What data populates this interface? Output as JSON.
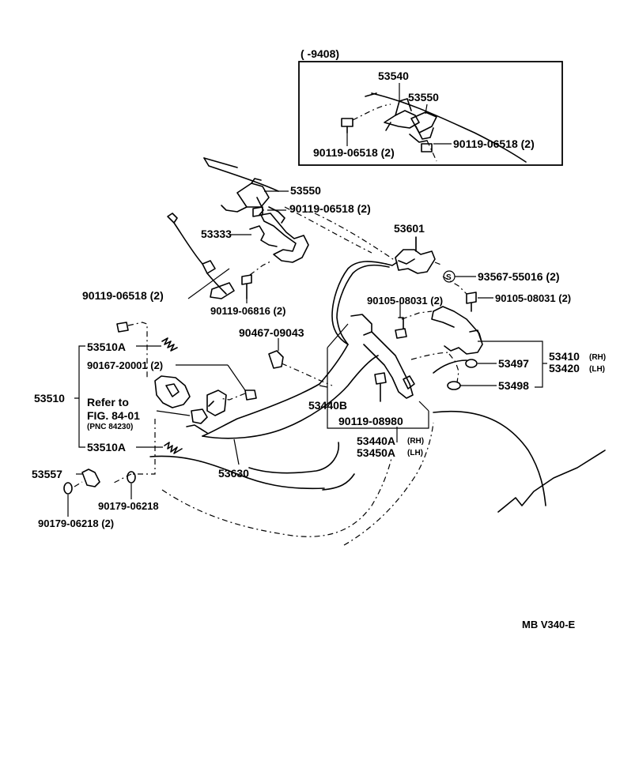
{
  "inset": {
    "date_range": "(        -9408)",
    "labels": {
      "p53540": "53540",
      "p53550": "53550",
      "bolt_left": "90119-06518 (2)",
      "bolt_right": "90119-06518 (2)"
    }
  },
  "labels": {
    "p53550": "53550",
    "p90119_06518_top": "90119-06518 (2)",
    "p53601": "53601",
    "p53333": "53333",
    "p93567": "93567-55016 (2)",
    "p90119_06518_left": "90119-06518 (2)",
    "p90119_06816": "90119-06816 (2)",
    "p90105_a": "90105-08031 (2)",
    "p90105_b": "90105-08031 (2)",
    "p90467": "90467-09043",
    "p53510a_top": "53510A",
    "p90167": "90167-20001 (2)",
    "p53510": "53510",
    "refer_to": "Refer to",
    "fig_ref": "FIG. 84-01",
    "pnc_ref": "(PNC 84230)",
    "p53510a_bottom": "53510A",
    "p53440b": "53440B",
    "p90119_08980": "90119-08980",
    "p53440a": "53440A",
    "p53440a_side": "(RH)",
    "p53450a": "53450A",
    "p53450a_side": "(LH)",
    "p53410": "53410",
    "p53410_side": "(RH)",
    "p53420": "53420",
    "p53420_side": "(LH)",
    "p53497": "53497",
    "p53498": "53498",
    "p53557": "53557",
    "p90179_06218": "90179-06218",
    "p90179_06218_2": "90179-06218 (2)",
    "p53630": "53630",
    "s_mark": "S"
  },
  "footer": {
    "code": "MB  V340-E"
  }
}
